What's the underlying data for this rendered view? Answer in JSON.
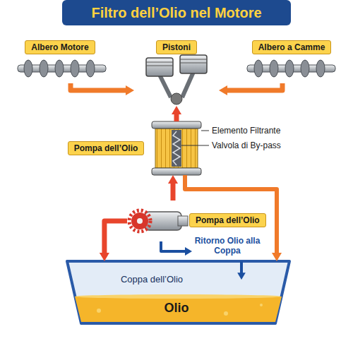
{
  "diagram": {
    "title": "Filtro dell’Olio nel Motore",
    "nodes": [
      {
        "text": [
          "Albero Motore"
        ]
      },
      {
        "text": [
          "Pistoni"
        ]
      },
      {
        "text": [
          "Albero a Camme"
        ]
      },
      {
        "text": [
          "Pompa dell’Olio"
        ]
      },
      {
        "text": [
          "Pompa dell’Olio"
        ]
      },
      {
        "text": [
          "Coppa dell’Olio",
          "Olio"
        ]
      }
    ],
    "edges": [
      {
        "from": 0,
        "to": 1,
        "arrow": "to"
      },
      {
        "from": 2,
        "to": 1,
        "arrow": "to"
      },
      {
        "from": 3,
        "to": 1,
        "arrow": "to"
      },
      {
        "from": 4,
        "to": 3,
        "arrow": "to"
      },
      {
        "from": 4,
        "to": 5,
        "arrow": "to"
      },
      {
        "from": 3,
        "to": 5,
        "arrow": "to"
      },
      {
        "from": 4,
        "to": 5,
        "arrow": "to",
        "label": "Ritorno Olio alla Coppa"
      }
    ],
    "labels": [
      "Elemento Filtrante",
      "Valvola di By-pass"
    ]
  }
}
